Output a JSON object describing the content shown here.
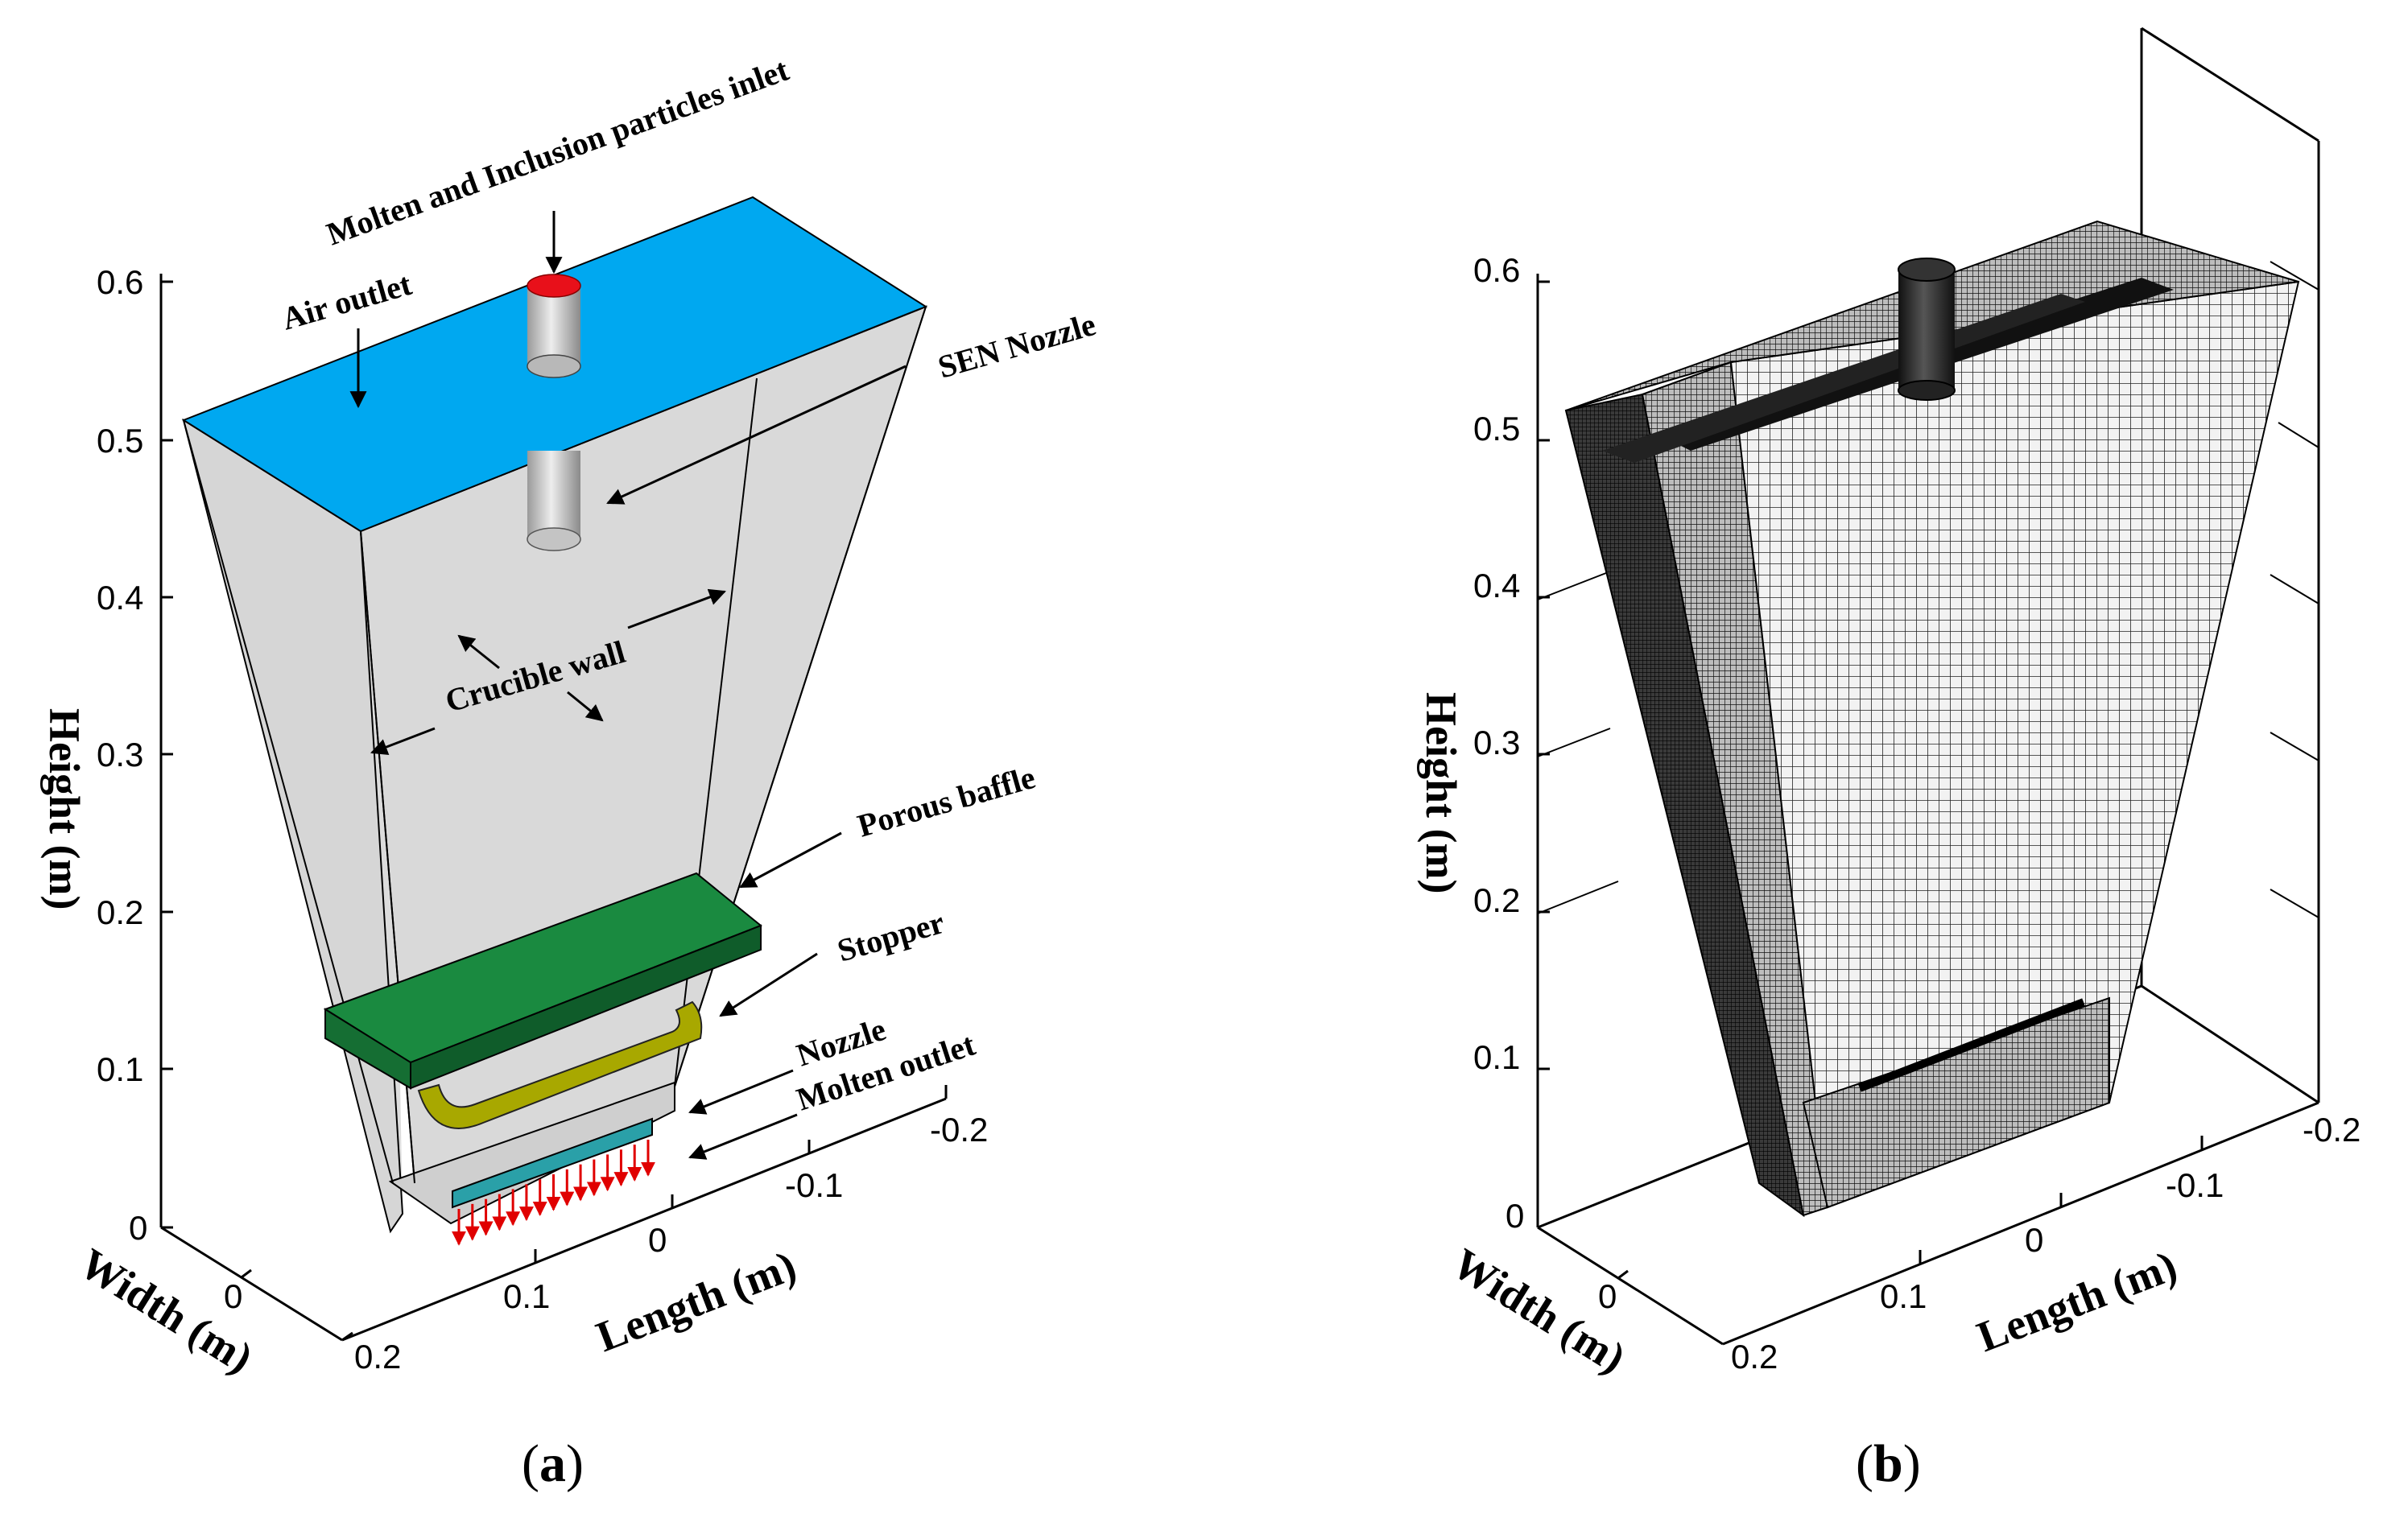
{
  "panel_a": {
    "caption_open": "(",
    "caption_letter": "a",
    "caption_close": ")",
    "labels": {
      "inlet": "Molten and Inclusion particles inlet",
      "air_outlet": "Air outlet",
      "sen_nozzle": "SEN Nozzle",
      "crucible_wall": "Crucible wall",
      "porous_baffle": "Porous baffle",
      "stopper": "Stopper",
      "nozzle": "Nozzle",
      "molten_outlet": "Molten outlet"
    },
    "axes": {
      "height_label": "Height (m)",
      "width_label": "Width (m)",
      "length_label": "Length (m)",
      "height_ticks": [
        "0.6",
        "0.5",
        "0.4",
        "0.3",
        "0.2",
        "0.1",
        "0"
      ],
      "width_ticks": [
        "0",
        "0.2"
      ],
      "length_ticks": [
        "0.1",
        "0",
        "-0.1",
        "-0.2"
      ]
    },
    "colors": {
      "top_surface": "#00a8f0",
      "inlet": "#e8101a",
      "baffle": "#1a8a40",
      "stopper": "#a8a800",
      "outlet_bar": "#2aa0a8",
      "outflow_arrows": "#e00000",
      "wall": "#dcdcdc"
    }
  },
  "panel_b": {
    "caption_open": "(",
    "caption_letter": "b",
    "caption_close": ")",
    "axes": {
      "height_label": "Height (m)",
      "width_label": "Width (m)",
      "length_label": "Length (m)",
      "height_ticks": [
        "0.6",
        "0.5",
        "0.4",
        "0.3",
        "0.2",
        "0.1",
        "0"
      ],
      "width_ticks": [
        "0",
        "0.2"
      ],
      "length_ticks": [
        "0.1",
        "0",
        "-0.1",
        "-0.2"
      ]
    }
  }
}
